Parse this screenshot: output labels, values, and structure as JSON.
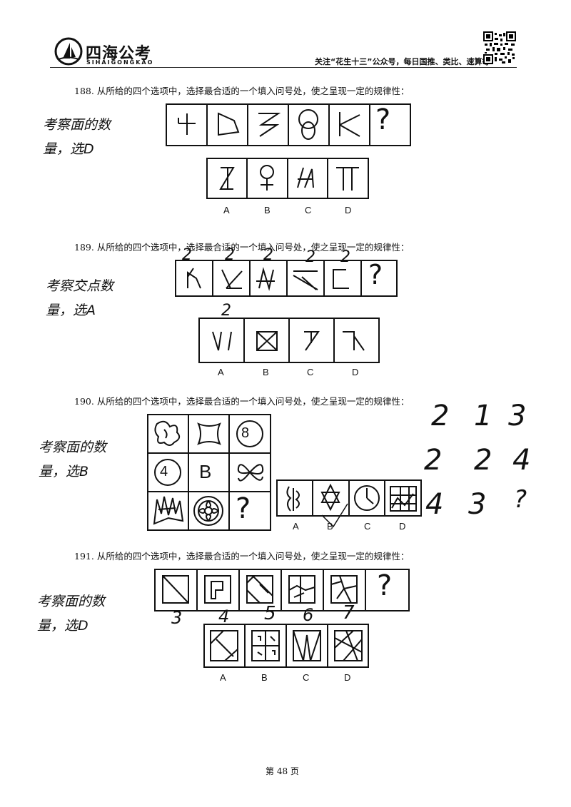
{
  "header": {
    "brand": "四海公考",
    "brand_sub": "SIHAIGONGKAO",
    "slogan": "关注“花生十三”公众号，每日国推、类比、速算等"
  },
  "questions": [
    {
      "number": "188.",
      "text": "从所给的四个选项中，选择最合适的一个填入问号处，使之呈现一定的规律性：",
      "note_line1": "考察面的数",
      "note_line2": "量，选D",
      "handwritten_marks": [],
      "options": [
        "A",
        "B",
        "C",
        "D"
      ],
      "question_mark": "?"
    },
    {
      "number": "189.",
      "text": "从所给的四个选项中，选择最合适的一个填入问号处，使之呈现一定的规律性：",
      "note_line1": "考察交点数",
      "note_line2": "量，选A",
      "handwritten_marks": [
        "2",
        "2",
        "2",
        "2",
        "2",
        "2"
      ],
      "options": [
        "A",
        "B",
        "C",
        "D"
      ],
      "question_mark": "?"
    },
    {
      "number": "190.",
      "text": "从所给的四个选项中，选择最合适的一个填入问号处，使之呈现一定的规律性：",
      "note_line1": "考察面的数",
      "note_line2": "量，选B",
      "grid_labels": [
        "8",
        "4",
        "B"
      ],
      "handwritten_grid": [
        [
          "2",
          "1",
          "3"
        ],
        [
          "2",
          "2",
          "4"
        ],
        [
          "4",
          "3",
          "?"
        ]
      ],
      "options": [
        "A",
        "B",
        "C",
        "D"
      ],
      "question_mark": "?"
    },
    {
      "number": "191.",
      "text": "从所给的四个选项中，选择最合适的一个填入问号处，使之呈现一定的规律性：",
      "note_line1": "考察面的数",
      "note_line2": "量，选D",
      "handwritten_marks": [
        "3",
        "4",
        "5",
        "6",
        "7"
      ],
      "options": [
        "A",
        "B",
        "C",
        "D"
      ],
      "question_mark": "?"
    }
  ],
  "footer": {
    "page": "第 48 页"
  }
}
